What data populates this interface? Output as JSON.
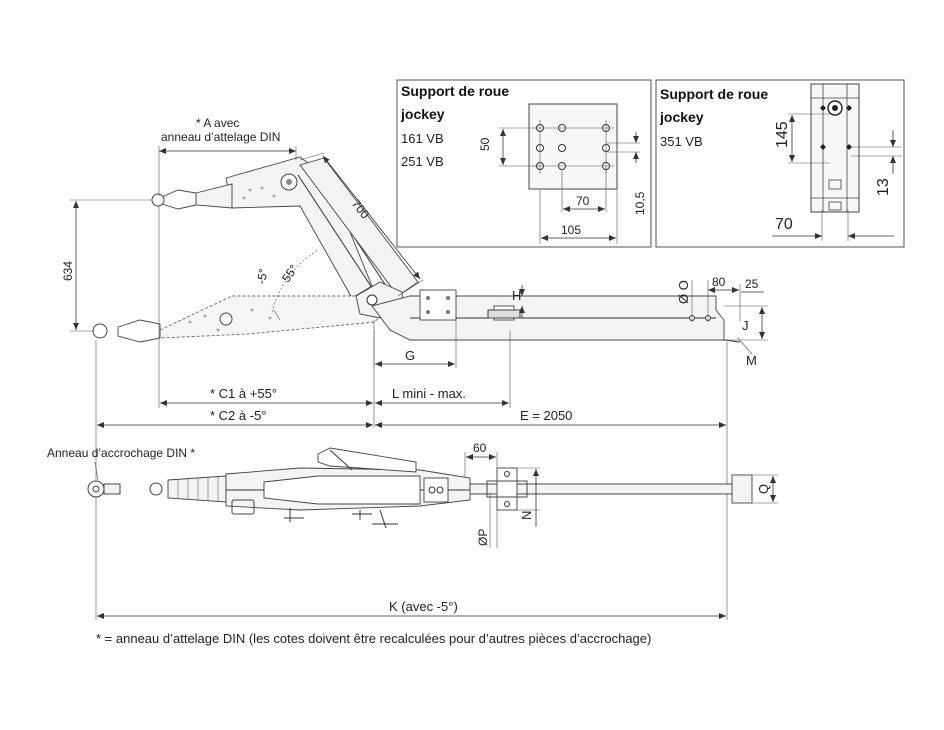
{
  "labels": {
    "a_avec": "*   A avec",
    "anneau_attelage": "anneau d’attelage DIN",
    "dim_634": "634",
    "dim_700": "700",
    "angle_55": "55°",
    "angle_m5": "-5°",
    "dim_H": "H",
    "dim_G": "G",
    "dim_OO": "Ø O",
    "dim_80": "80",
    "dim_25": "25",
    "dim_J": "J",
    "dim_M": "M",
    "c1": "*   C1 à +55°",
    "l_mini_max": "L mini - max.",
    "c2": "*   C2 à -5°",
    "e_2050": "E = 2050",
    "anneau_accrochage": "Anneau d’accrochage DIN *",
    "dim_60": "60",
    "dim_OP": "ØP",
    "dim_N": "N",
    "dim_Q": "Q",
    "k_avec": "K (avec -5°)",
    "footnote": "* = anneau d’attelage DIN (les cotes doivent être recalculées pour d’autres pièces d’accrochage)"
  },
  "jockey_box_1": {
    "title_line1": "Support de roue",
    "title_line2": "jockey",
    "model_1": "161 VB",
    "model_2": "251 VB",
    "dim_50": "50",
    "dim_70": "70",
    "dim_105": "105",
    "dim_10_5": "10,5"
  },
  "jockey_box_2": {
    "title_line1": "Support de roue",
    "title_line2": "jockey",
    "model_1": "351 VB",
    "dim_145": "145",
    "dim_13": "13",
    "dim_70": "70"
  }
}
